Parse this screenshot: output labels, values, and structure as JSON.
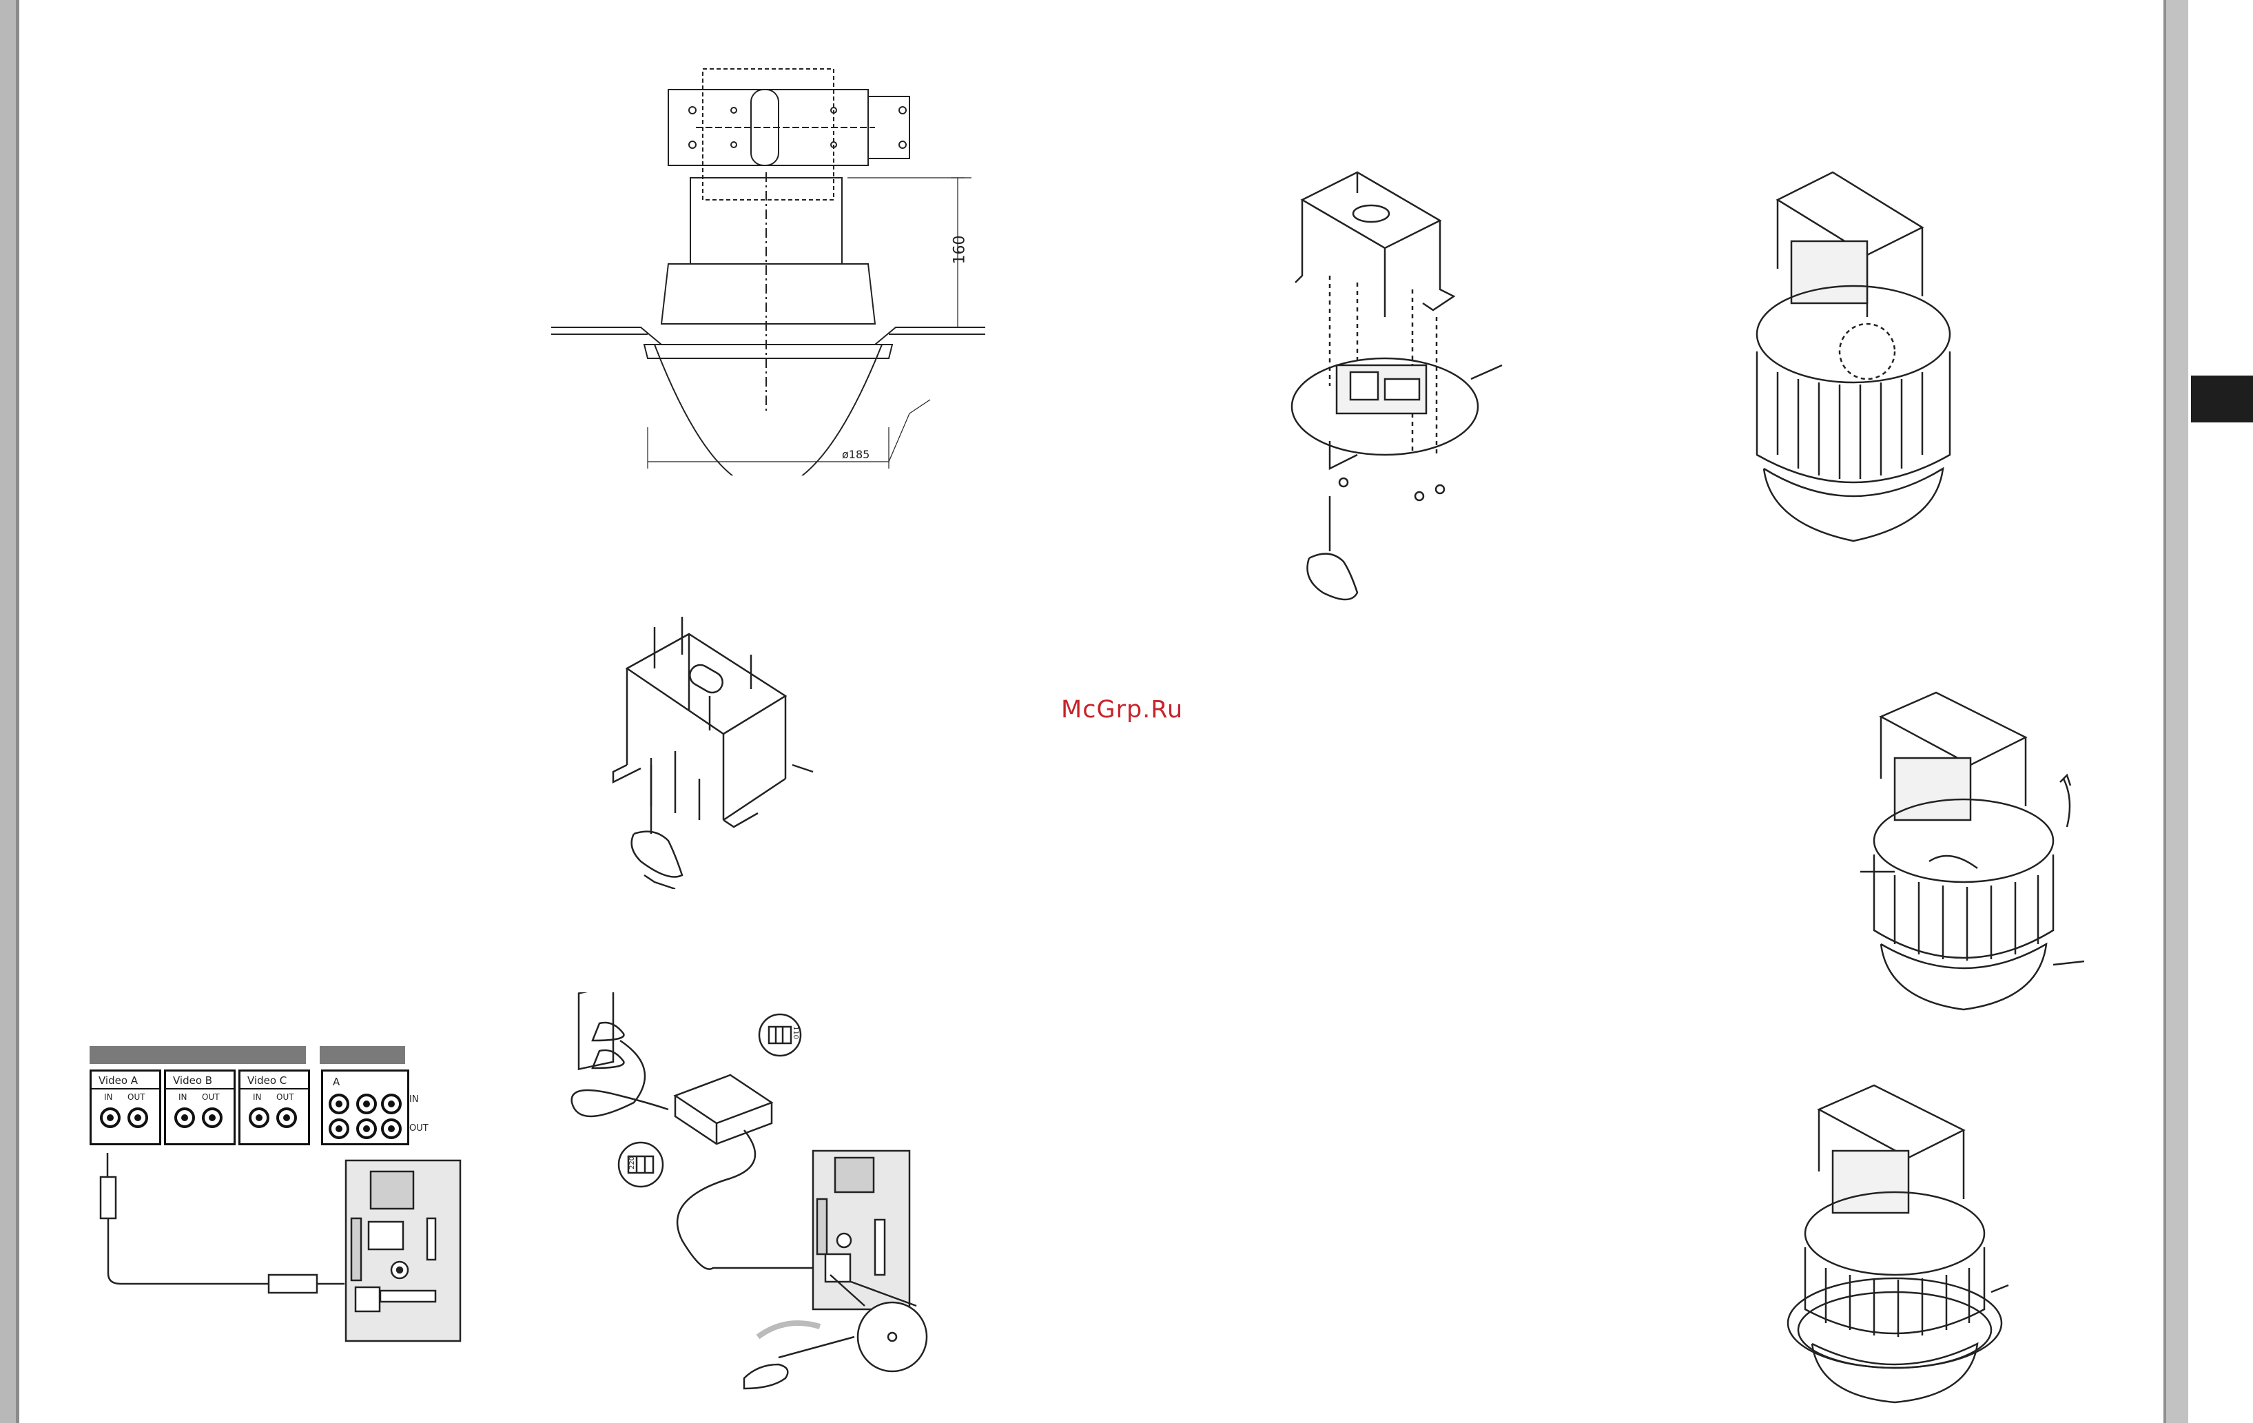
{
  "watermark": "McGrp.Ru",
  "dimensions": {
    "height": "160",
    "diameter": "ø185"
  },
  "video_panel": {
    "inputs": [
      {
        "title": "Video A",
        "in": "IN",
        "out": "OUT"
      },
      {
        "title": "Video B",
        "in": "IN",
        "out": "OUT"
      },
      {
        "title": "Video C",
        "in": "IN",
        "out": "OUT"
      }
    ],
    "monitor_label_a": "A",
    "monitor_label_in": "IN",
    "monitor_label_out": "OUT"
  },
  "power_switch": {
    "label_110": "110",
    "label_220": "220"
  },
  "colors": {
    "watermark": "#c8232a",
    "tab": "#1e1e1e",
    "border": "#b8b8b8"
  }
}
